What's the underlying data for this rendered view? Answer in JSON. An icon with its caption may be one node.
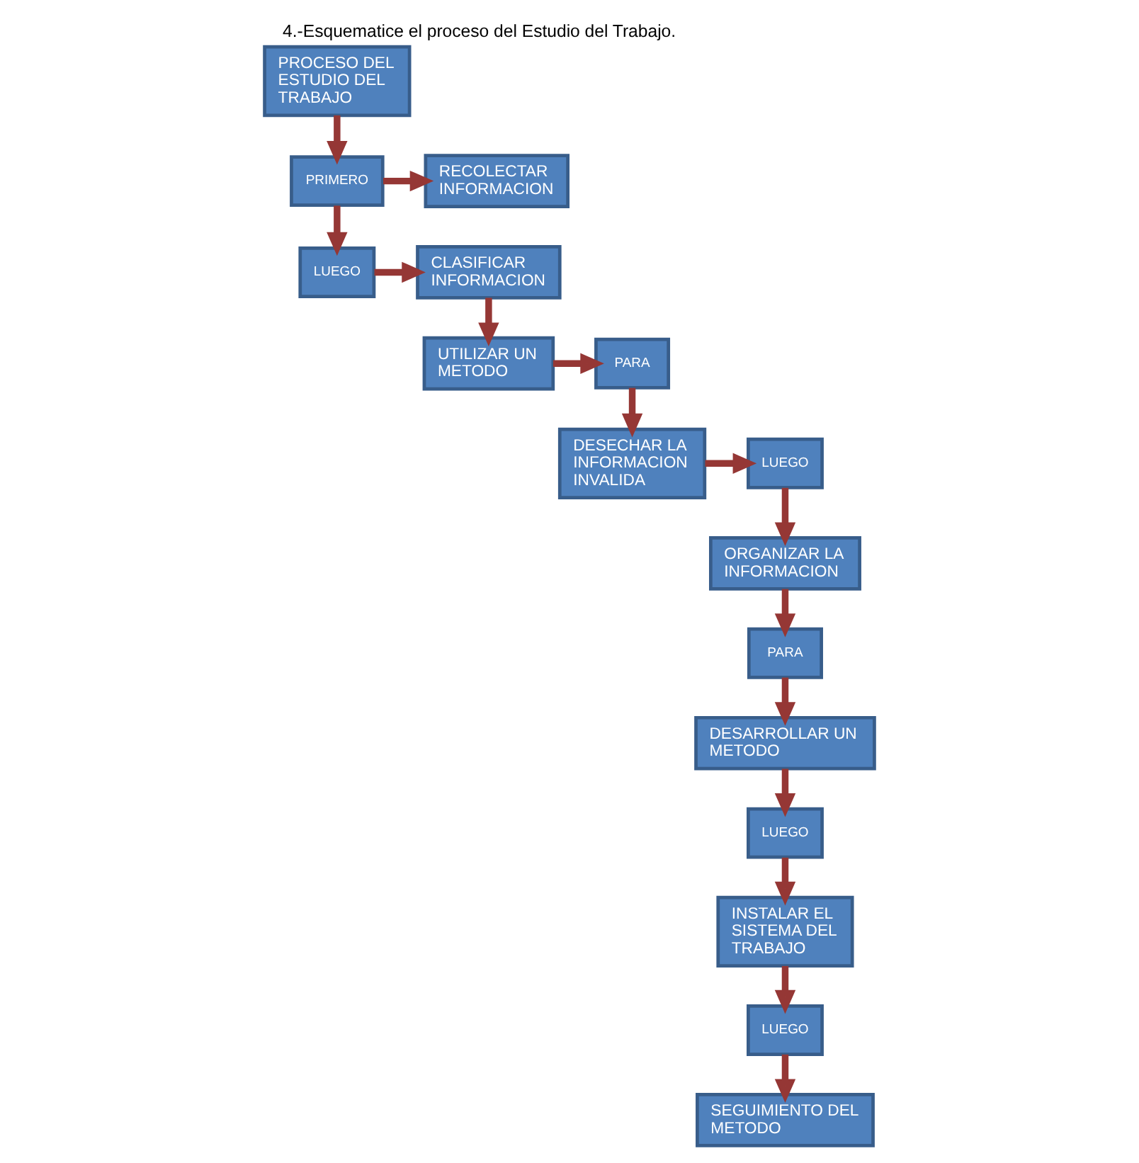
{
  "diagram": {
    "title": "4.-Esquematice el proceso del Estudio del Trabajo.",
    "nodes": [
      {
        "text": [
          "PROCESO DEL ESTUDIO DEL TRABAJO"
        ]
      },
      {
        "text": [
          "PRIMERO"
        ]
      },
      {
        "text": [
          "RECOLECTAR INFORMACION"
        ]
      },
      {
        "text": [
          "LUEGO"
        ]
      },
      {
        "text": [
          "CLASIFICAR INFORMACION"
        ]
      },
      {
        "text": [
          "UTILIZAR UN METODO"
        ]
      },
      {
        "text": [
          "PARA"
        ]
      },
      {
        "text": [
          "DESECHAR LA INFORMACION INVALIDA"
        ]
      },
      {
        "text": [
          "LUEGO"
        ]
      },
      {
        "text": [
          "ORGANIZAR LA INFORMACION"
        ]
      },
      {
        "text": [
          "PARA"
        ]
      },
      {
        "text": [
          "DESARROLLAR UN METODO"
        ]
      },
      {
        "text": [
          "LUEGO"
        ]
      },
      {
        "text": [
          "INSTALAR EL SISTEMA DEL TRABAJO"
        ]
      },
      {
        "text": [
          "LUEGO"
        ]
      },
      {
        "text": [
          "SEGUIMIENTO DEL METODO"
        ]
      }
    ],
    "edges": [
      {
        "from": 0,
        "to": 1,
        "arrow": "to"
      },
      {
        "from": 1,
        "to": 2,
        "arrow": "to"
      },
      {
        "from": 1,
        "to": 3,
        "arrow": "to"
      },
      {
        "from": 3,
        "to": 4,
        "arrow": "to"
      },
      {
        "from": 4,
        "to": 5,
        "arrow": "to"
      },
      {
        "from": 5,
        "to": 6,
        "arrow": "to"
      },
      {
        "from": 6,
        "to": 7,
        "arrow": "to"
      },
      {
        "from": 7,
        "to": 8,
        "arrow": "to"
      },
      {
        "from": 8,
        "to": 9,
        "arrow": "to"
      },
      {
        "from": 9,
        "to": 10,
        "arrow": "to"
      },
      {
        "from": 10,
        "to": 11,
        "arrow": "to"
      },
      {
        "from": 11,
        "to": 12,
        "arrow": "to"
      },
      {
        "from": 12,
        "to": 13,
        "arrow": "to"
      },
      {
        "from": 13,
        "to": 14,
        "arrow": "to"
      },
      {
        "from": 14,
        "to": 15,
        "arrow": "to"
      }
    ]
  }
}
